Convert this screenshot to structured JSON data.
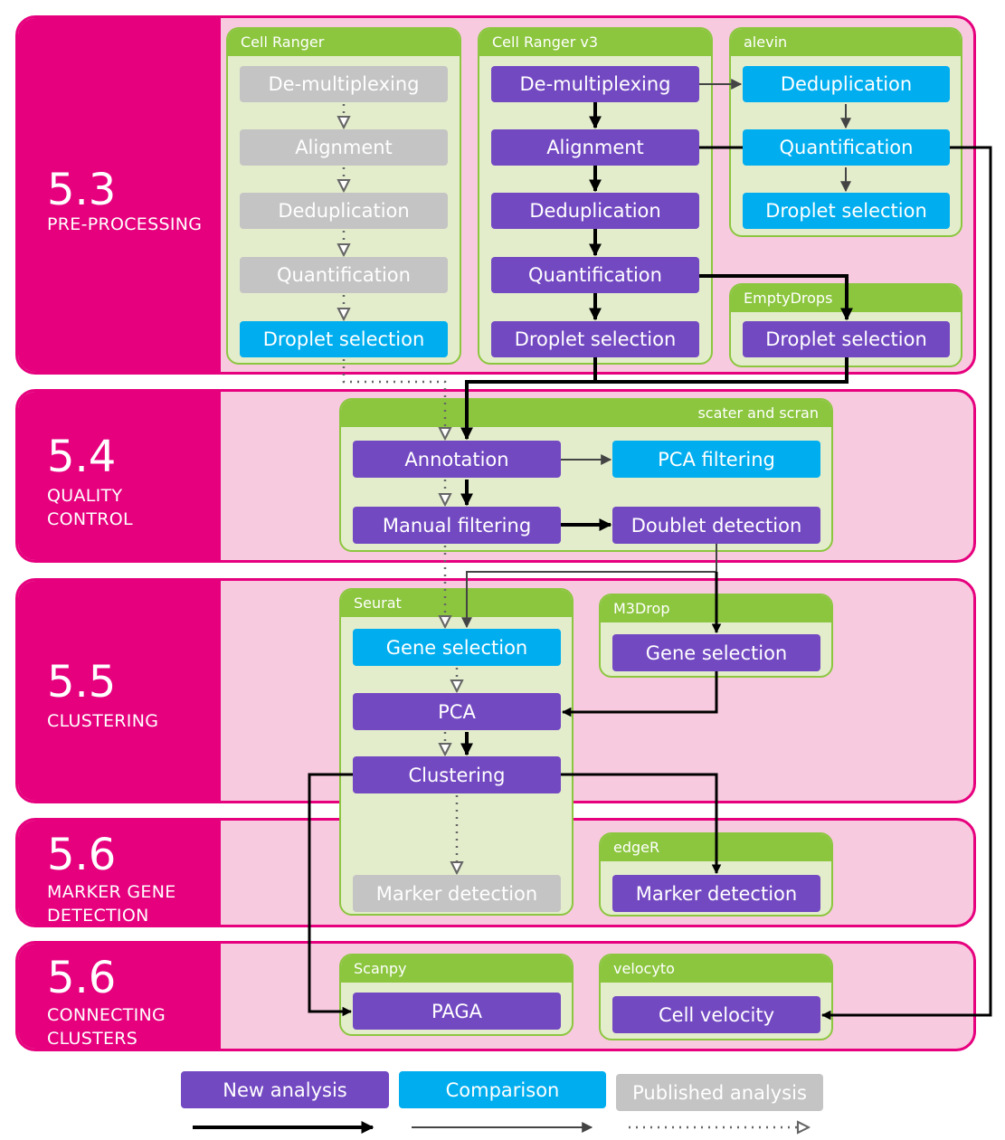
{
  "sections": [
    {
      "number": "5.3",
      "name": "PRE-PROCESSING"
    },
    {
      "number": "5.4",
      "name": "QUALITY\nCONTROL"
    },
    {
      "number": "5.5",
      "name": "CLUSTERING"
    },
    {
      "number": "5.6",
      "name": "MARKER GENE\nDETECTION"
    },
    {
      "number": "5.6",
      "name": "CONNECTING\nCLUSTERS"
    }
  ],
  "tools": {
    "cellranger": {
      "name": "Cell Ranger",
      "steps": [
        "De-multiplexing",
        "Alignment",
        "Deduplication",
        "Quantification",
        "Droplet selection"
      ]
    },
    "cellranger_v3": {
      "name": "Cell Ranger v3",
      "steps": [
        "De-multiplexing",
        "Alignment",
        "Deduplication",
        "Quantification",
        "Droplet selection"
      ]
    },
    "alevin": {
      "name": "alevin",
      "steps": [
        "Deduplication",
        "Quantification",
        "Droplet selection"
      ]
    },
    "emptydrops": {
      "name": "EmptyDrops",
      "steps": [
        "Droplet selection"
      ]
    },
    "scater": {
      "name": "scater and scran",
      "steps": [
        "Annotation",
        "PCA filtering",
        "Manual filtering",
        "Doublet detection"
      ]
    },
    "seurat": {
      "name": "Seurat",
      "steps": [
        "Gene selection",
        "PCA",
        "Clustering",
        "Marker detection"
      ]
    },
    "m3drop": {
      "name": "M3Drop",
      "steps": [
        "Gene selection"
      ]
    },
    "edger": {
      "name": "edgeR",
      "steps": [
        "Marker detection"
      ]
    },
    "scanpy": {
      "name": "Scanpy",
      "steps": [
        "PAGA"
      ]
    },
    "velocyto": {
      "name": "velocyto",
      "steps": [
        "Cell velocity"
      ]
    }
  },
  "legend": {
    "new": "New analysis",
    "comparison": "Comparison",
    "published": "Published analysis"
  },
  "colors": {
    "section_border": "#e6007e",
    "section_fill": "#f8cadf",
    "tool_header": "#8cc63f",
    "tool_fill": "#e3edcc",
    "new_analysis": "#7349c2",
    "comparison": "#00aeef",
    "published": "#c4c4c4"
  }
}
